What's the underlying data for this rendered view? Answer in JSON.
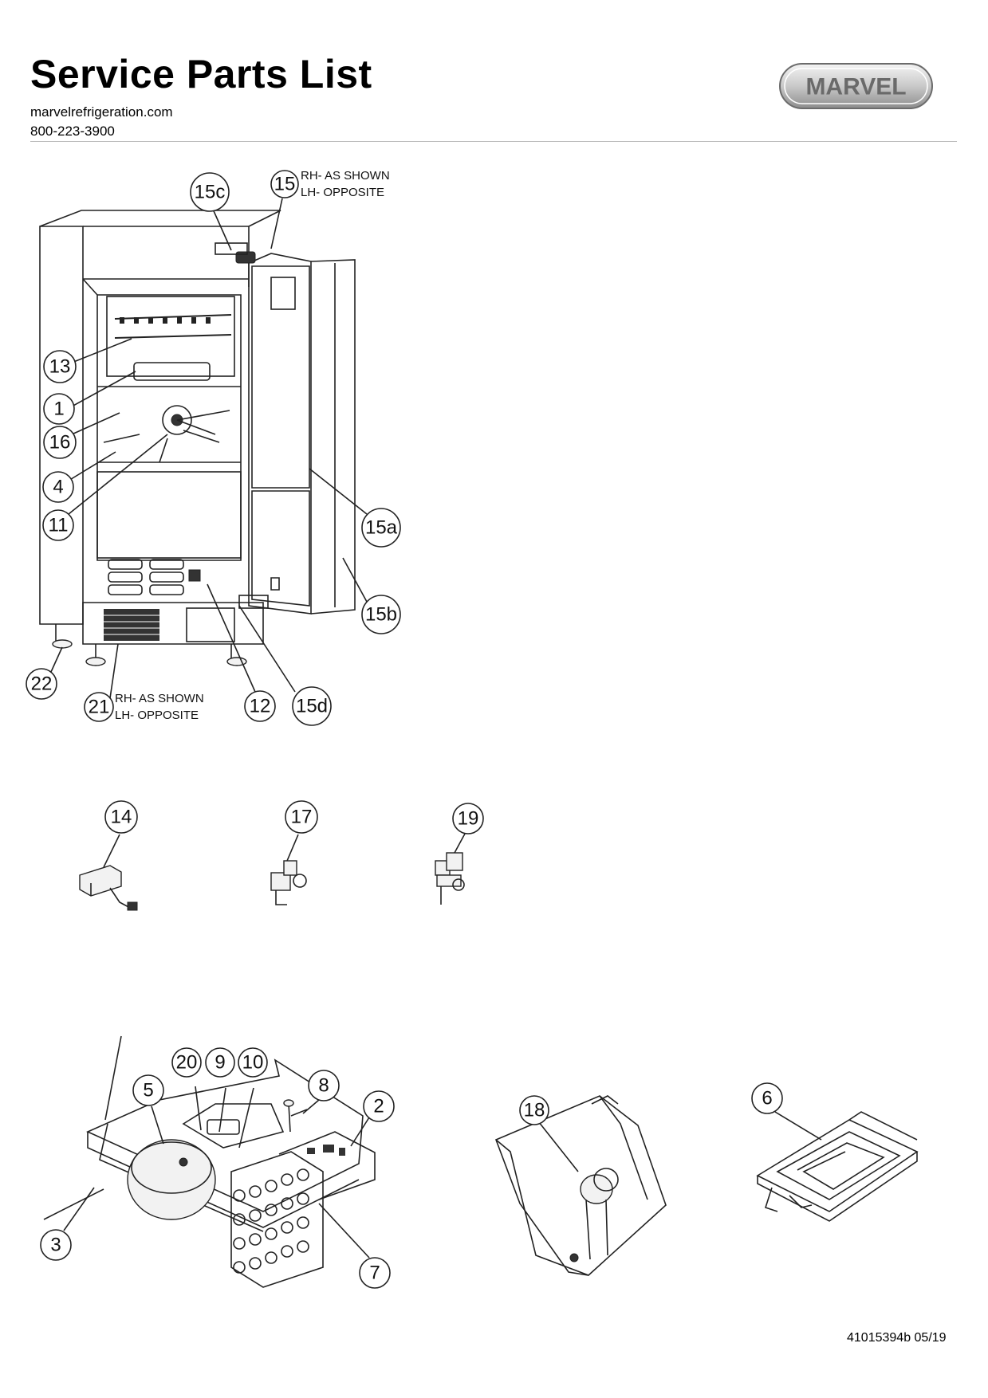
{
  "header": {
    "title": "Service Parts List",
    "website": "marvelrefrigeration.com",
    "phone": "800-223-3900",
    "logo_text": "MARVEL"
  },
  "notes": {
    "door_rh": "RH- AS SHOWN",
    "door_lh": "LH- OPPOSITE",
    "grille_rh": "RH- AS SHOWN",
    "grille_lh": "LH- OPPOSITE"
  },
  "callouts": {
    "c15c": "15c",
    "c15": "15",
    "c13": "13",
    "c1": "1",
    "c16": "16",
    "c4": "4",
    "c11": "11",
    "c15a": "15a",
    "c15b": "15b",
    "c22": "22",
    "c21": "21",
    "c12": "12",
    "c15d": "15d",
    "c14": "14",
    "c17": "17",
    "c19": "19",
    "c20": "20",
    "c9": "9",
    "c10": "10",
    "c8": "8",
    "c5": "5",
    "c2": "2",
    "c3": "3",
    "c7": "7",
    "c18": "18",
    "c6": "6"
  },
  "footer": {
    "doc_number": "41015394b 05/19"
  }
}
